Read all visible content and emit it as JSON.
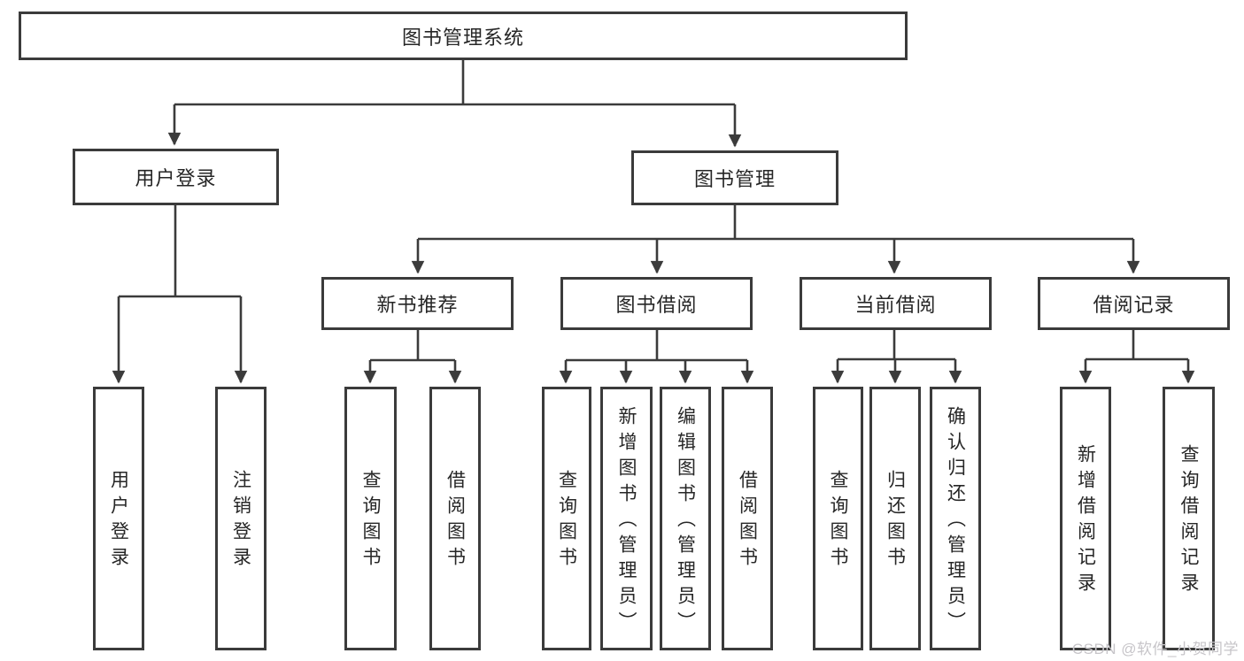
{
  "nodes": {
    "root": {
      "label": "图书管理系统"
    },
    "level2": [
      {
        "id": "user-login",
        "label": "用户登录"
      },
      {
        "id": "book-management",
        "label": "图书管理"
      }
    ],
    "level3": [
      {
        "id": "new-book-recommend",
        "label": "新书推荐"
      },
      {
        "id": "book-borrow",
        "label": "图书借阅"
      },
      {
        "id": "current-borrow",
        "label": "当前借阅"
      },
      {
        "id": "borrow-records",
        "label": "借阅记录"
      }
    ],
    "leaves": [
      {
        "id": "user-login",
        "label": "用户登录"
      },
      {
        "id": "logout",
        "label": "注销登录"
      },
      {
        "id": "query-books-1",
        "label": "查询图书"
      },
      {
        "id": "borrow-books-1",
        "label": "借阅图书"
      },
      {
        "id": "query-books-2",
        "label": "查询图书"
      },
      {
        "id": "add-books-admin",
        "label": "新增图书（管理员）"
      },
      {
        "id": "edit-books-admin",
        "label": "编辑图书（管理员）"
      },
      {
        "id": "borrow-books-2",
        "label": "借阅图书"
      },
      {
        "id": "query-books-3",
        "label": "查询图书"
      },
      {
        "id": "return-books",
        "label": "归还图书"
      },
      {
        "id": "confirm-return-admin",
        "label": "确认归还（管理员）"
      },
      {
        "id": "add-borrow-record",
        "label": "新增借阅记录"
      },
      {
        "id": "query-borrow-record",
        "label": "查询借阅记录"
      }
    ]
  },
  "watermark": "CSDN @软件_小贺同学",
  "colors": {
    "line": "#3b3b3b",
    "border": "#3b3b3b",
    "text": "#262626",
    "watermark": "#c7c5c9",
    "background": "#ffffff"
  }
}
